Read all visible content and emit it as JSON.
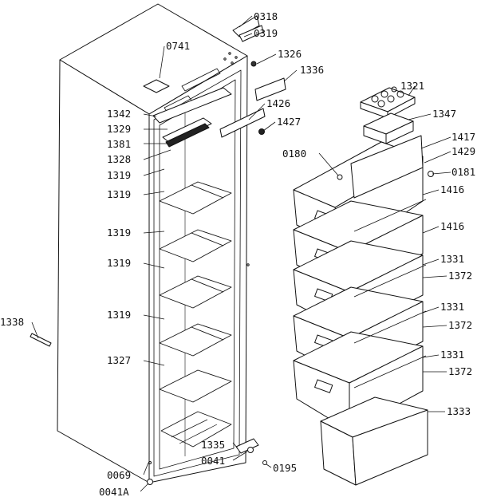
{
  "diagram": {
    "parts": [
      {
        "key": "p0318",
        "label": "0318"
      },
      {
        "key": "p0319",
        "label": "0319"
      },
      {
        "key": "p0741",
        "label": "0741"
      },
      {
        "key": "p1326",
        "label": "1326"
      },
      {
        "key": "p1336",
        "label": "1336"
      },
      {
        "key": "p1321",
        "label": "1321"
      },
      {
        "key": "p1342",
        "label": "1342"
      },
      {
        "key": "p1426",
        "label": "1426"
      },
      {
        "key": "p1347",
        "label": "1347"
      },
      {
        "key": "p1329",
        "label": "1329"
      },
      {
        "key": "p1427",
        "label": "1427"
      },
      {
        "key": "p1381",
        "label": "1381"
      },
      {
        "key": "p1417",
        "label": "1417"
      },
      {
        "key": "p0180",
        "label": "0180"
      },
      {
        "key": "p1429",
        "label": "1429"
      },
      {
        "key": "p1328",
        "label": "1328"
      },
      {
        "key": "p0181",
        "label": "0181"
      },
      {
        "key": "p1319a",
        "label": "1319"
      },
      {
        "key": "p1416a",
        "label": "1416"
      },
      {
        "key": "p1319b",
        "label": "1319"
      },
      {
        "key": "p1416b",
        "label": "1416"
      },
      {
        "key": "p1319c",
        "label": "1319"
      },
      {
        "key": "p1331a",
        "label": "1331"
      },
      {
        "key": "p1319d",
        "label": "1319"
      },
      {
        "key": "p1372a",
        "label": "1372"
      },
      {
        "key": "p1331b",
        "label": "1331"
      },
      {
        "key": "p1319e",
        "label": "1319"
      },
      {
        "key": "p1338",
        "label": "1338"
      },
      {
        "key": "p1372b",
        "label": "1372"
      },
      {
        "key": "p1327",
        "label": "1327"
      },
      {
        "key": "p1331c",
        "label": "1331"
      },
      {
        "key": "p1372c",
        "label": "1372"
      },
      {
        "key": "p1333",
        "label": "1333"
      },
      {
        "key": "p1335",
        "label": "1335"
      },
      {
        "key": "p0041",
        "label": "0041"
      },
      {
        "key": "p0195",
        "label": "0195"
      },
      {
        "key": "p0069",
        "label": "0069"
      },
      {
        "key": "p0041A",
        "label": "0041A"
      }
    ]
  }
}
